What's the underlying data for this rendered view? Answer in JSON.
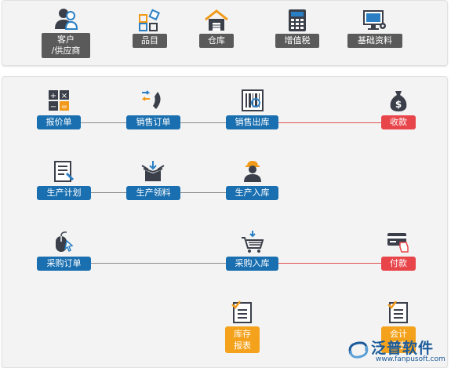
{
  "top_menu": {
    "customer_supplier": "客户\n/供应商",
    "items": "品目",
    "warehouse": "仓库",
    "vat": "增值税",
    "basic_data": "基础资料"
  },
  "flow": {
    "quotation": "报价单",
    "sales_order": "销售订单",
    "sales_outbound": "销售出库",
    "collection": "收款",
    "production_plan": "生产计划",
    "production_material": "生产领料",
    "production_inbound": "生产入库",
    "purchase_order": "采购订单",
    "purchase_inbound": "采购入库",
    "payment": "付款",
    "inventory_report": "库存\n报表",
    "accounting_report": "会计\n报表"
  },
  "watermark": {
    "text": "泛普软件",
    "url": "www.fanpusoft.com"
  },
  "colors": {
    "label_blue": "#1a6fb0",
    "label_red": "#e8454b",
    "label_orange": "#f4a21c",
    "top_label_gray": "#5a5a5a"
  }
}
